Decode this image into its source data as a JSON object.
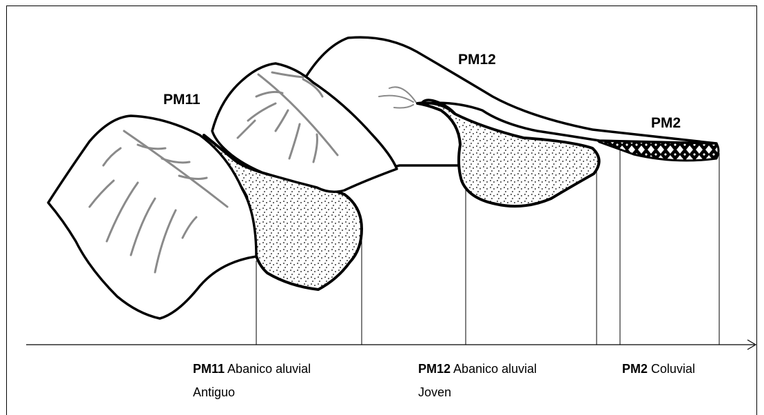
{
  "units": {
    "pm11": {
      "code": "PM11",
      "desc_line1": "Abanico aluvial",
      "desc_line2": "Antiguo"
    },
    "pm12": {
      "code": "PM12",
      "desc_line1": "Abanico aluvial",
      "desc_line2": "Joven"
    },
    "pm2": {
      "code": "PM2",
      "desc_line1": "Coluvial",
      "desc_line2": ""
    }
  },
  "colors": {
    "outline": "#000000",
    "drainage": "#8a8a8a",
    "background": "#ffffff"
  }
}
